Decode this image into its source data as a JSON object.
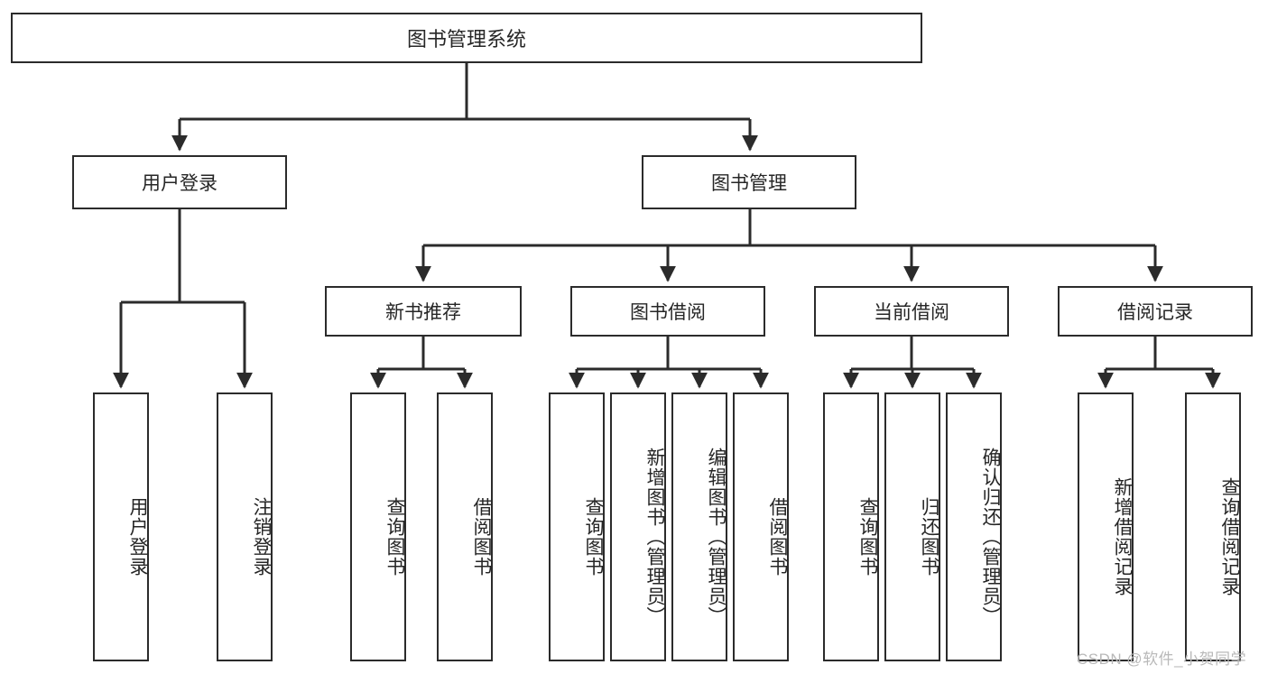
{
  "diagram": {
    "title": "图书管理系统",
    "type": "tree-hierarchy-diagram",
    "colors": {
      "box_border": "#2b2b2b",
      "box_fill": "#ffffff",
      "edge": "#2b2b2b",
      "text": "#262626",
      "watermark": "#b9b9b9"
    },
    "root": {
      "label": "图书管理系统"
    },
    "level1": [
      {
        "label": "用户登录"
      },
      {
        "label": "图书管理"
      }
    ],
    "level2": [
      {
        "label": "新书推荐"
      },
      {
        "label": "图书借阅"
      },
      {
        "label": "当前借阅"
      },
      {
        "label": "借阅记录"
      }
    ],
    "leaves": [
      {
        "label": "用户登录",
        "parent": "用户登录"
      },
      {
        "label": "注销登录",
        "parent": "用户登录"
      },
      {
        "label": "查询图书",
        "parent": "新书推荐"
      },
      {
        "label": "借阅图书",
        "parent": "新书推荐"
      },
      {
        "label": "查询图书",
        "parent": "图书借阅"
      },
      {
        "label": "新增图书（管理员）",
        "parent": "图书借阅"
      },
      {
        "label": "编辑图书（管理员）",
        "parent": "图书借阅"
      },
      {
        "label": "借阅图书",
        "parent": "图书借阅"
      },
      {
        "label": "查询图书",
        "parent": "当前借阅"
      },
      {
        "label": "归还图书",
        "parent": "当前借阅"
      },
      {
        "label": "确认归还（管理员）",
        "parent": "当前借阅"
      },
      {
        "label": "新增借阅记录",
        "parent": "借阅记录"
      },
      {
        "label": "查询借阅记录",
        "parent": "借阅记录"
      }
    ]
  },
  "watermark": {
    "text": "CSDN @软件_小贺同学"
  }
}
